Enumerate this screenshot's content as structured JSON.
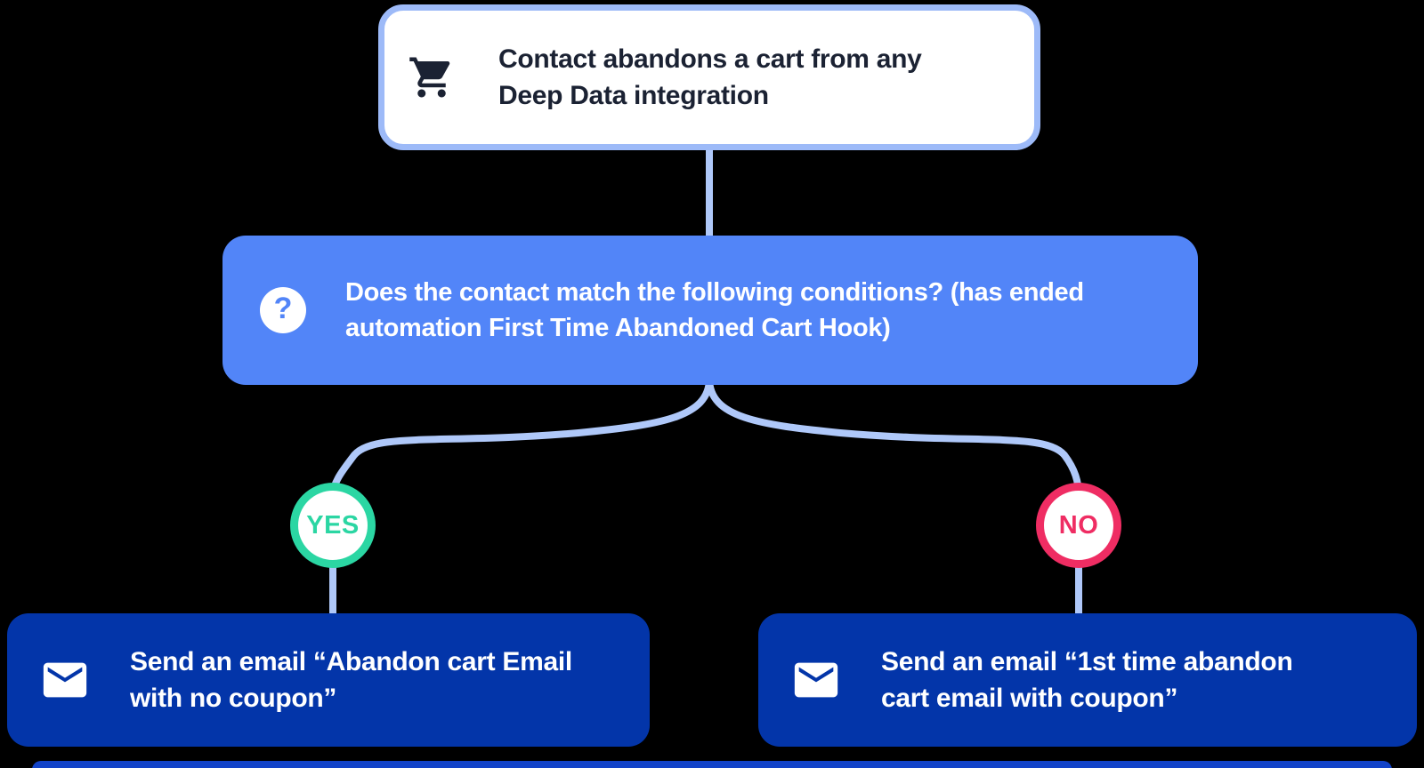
{
  "flow": {
    "trigger": {
      "icon": "shopping-cart-icon",
      "label": "Contact abandons a cart from any\nDeep Data integration"
    },
    "condition": {
      "icon": "question-mark-icon",
      "glyph": "?",
      "label": "Does the contact match the following conditions? (has ended\nautomation First Time Abandoned Cart Hook)"
    },
    "branches": {
      "yes_label": "YES",
      "no_label": "NO"
    },
    "actions": {
      "yes": {
        "icon": "email-icon",
        "label": "Send an email “Abandon cart Email\nwith no coupon”"
      },
      "no": {
        "icon": "email-icon",
        "label": "Send an email “1st time abandon\ncart email with coupon”"
      }
    }
  },
  "colors": {
    "background": "#000000",
    "trigger_border": "#9DBAF8",
    "connector": "#AFC8F9",
    "condition_blue": "#5285F8",
    "action_blue": "#0335A9",
    "yes_green": "#2BD6A3",
    "no_red": "#EF2D63",
    "text_dark": "#1B2233",
    "text_light": "#FFFFFF",
    "partial_node_blue": "#1243C8"
  }
}
